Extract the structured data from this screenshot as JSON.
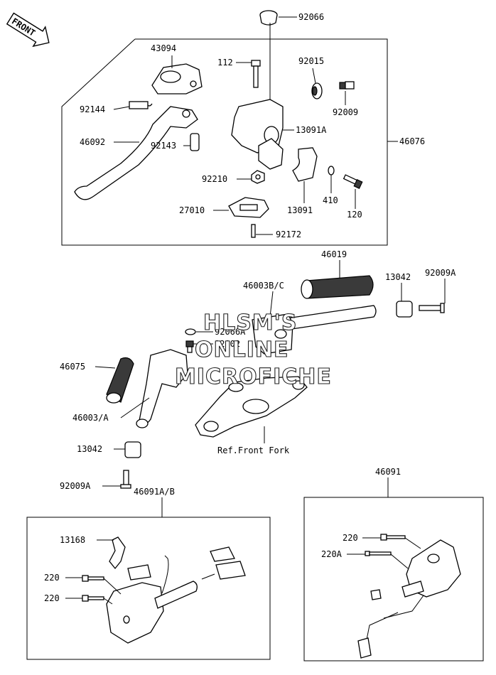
{
  "front_label": "FRONT",
  "watermark": [
    "HLSM'S",
    "ONLINE",
    "MICROFICHE"
  ],
  "ref_label": "Ref.Front Fork",
  "parts": {
    "p92066": "92066",
    "p43094": "43094",
    "p112": "112",
    "p92015": "92015",
    "p92144": "92144",
    "p92009": "92009",
    "p13091A": "13091A",
    "p46092": "46092",
    "p92143": "92143",
    "p46076": "46076",
    "p92210": "92210",
    "p410": "410",
    "p13091": "13091",
    "p120": "120",
    "p27010": "27010",
    "p92172": "92172",
    "p46019": "46019",
    "p46003BC": "46003B/C",
    "p13042a": "13042",
    "p92009Aa": "92009A",
    "p92066A": "92066A",
    "p92002": "92002",
    "p46075": "46075",
    "p46003A": "46003/A",
    "p13042b": "13042",
    "p92009Ab": "92009A",
    "p46091AB": "46091A/B",
    "p46091": "46091",
    "p13168": "13168",
    "p220a": "220",
    "p220b": "220",
    "p220c": "220",
    "p220A": "220A"
  }
}
